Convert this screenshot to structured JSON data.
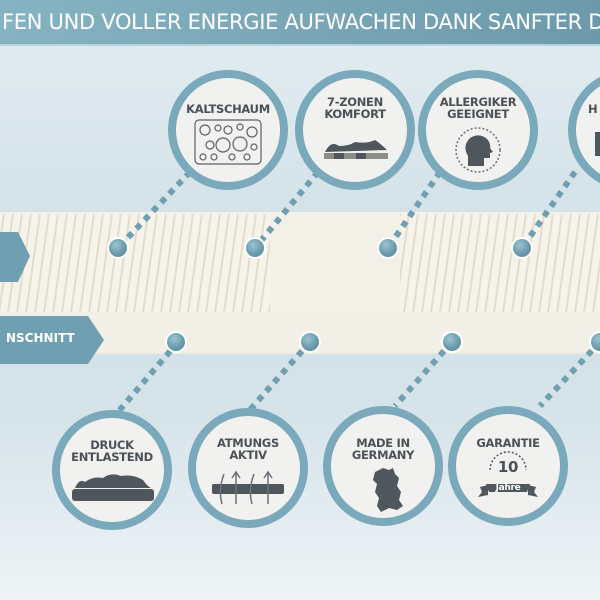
{
  "header": {
    "title": "FEN UND VOLLER ENERGIE AUFWACHEN DANK SANFTER D"
  },
  "tags": [
    {
      "label": ""
    },
    {
      "label": "NSCHNITT"
    }
  ],
  "features_top": [
    {
      "label": "KALTSCHAUM",
      "icon": "foam-bubbles-icon"
    },
    {
      "label": "7-ZONEN\nKOMFORT",
      "icon": "body-on-zones-icon"
    },
    {
      "label": "ALLERGIKER\nGEEIGNET",
      "icon": "head-profile-icon"
    },
    {
      "label": "H",
      "icon": "weight-icon"
    }
  ],
  "features_bottom": [
    {
      "label": "DRUCK\nENTLASTEND",
      "icon": "body-on-mattress-icon"
    },
    {
      "label": "ATMUNGS\nAKTIV",
      "icon": "airflow-arrows-icon"
    },
    {
      "label": "MADE IN\nGERMANY",
      "icon": "germany-map-icon"
    },
    {
      "label": "GARANTIE",
      "icon": "warranty-badge-icon",
      "badge_number": "10",
      "badge_text": "Jahre"
    }
  ],
  "colors": {
    "accent": "#7aaabb",
    "ring": "#6f9fb1",
    "text": "#4a5258"
  }
}
